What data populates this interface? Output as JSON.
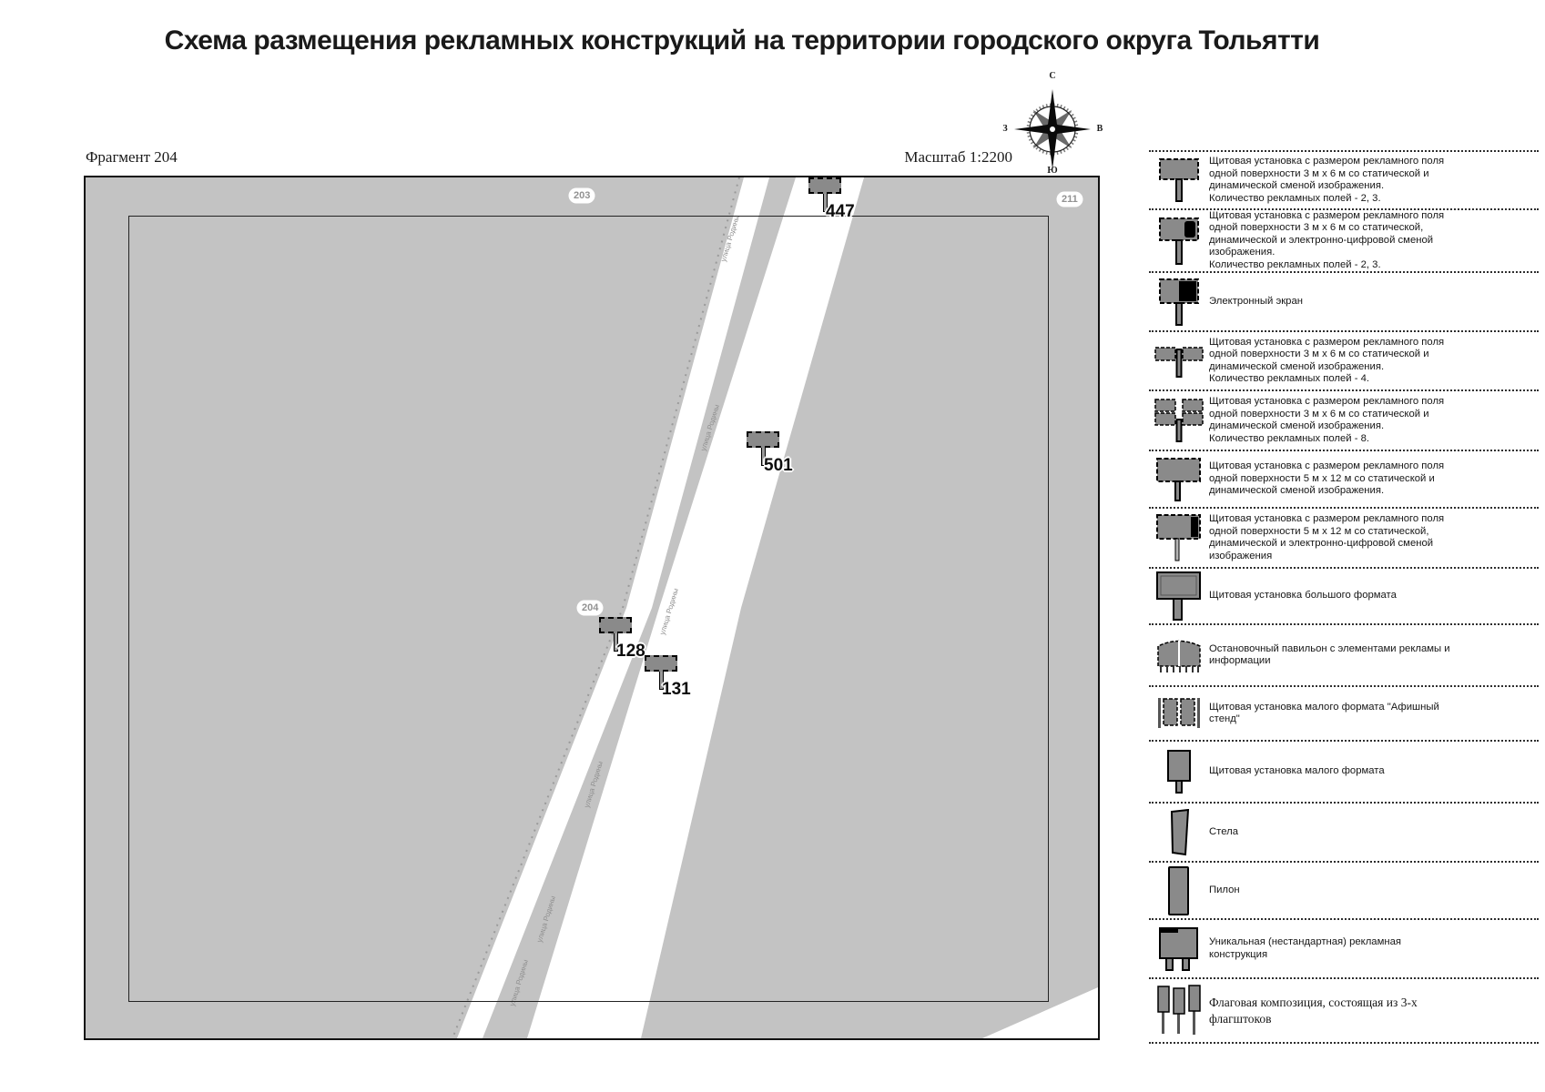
{
  "title": "Схема размещения рекламных конструкций на территории городского округа Тольятти",
  "header": {
    "fragment_label": "Фрагмент 204",
    "scale_label": "Масштаб 1:2200"
  },
  "compass": {
    "north": "С",
    "south": "Ю",
    "west": "З",
    "east": "В"
  },
  "map": {
    "road_label": "улица Родины",
    "fragment_badges": [
      {
        "id": "203"
      },
      {
        "id": "211"
      },
      {
        "id": "204"
      }
    ],
    "markers": [
      {
        "number": "447"
      },
      {
        "number": "501"
      },
      {
        "number": "128"
      },
      {
        "number": "131"
      }
    ]
  },
  "legend": {
    "items": [
      {
        "icon": "billboard-3x6-static",
        "label": "Щитовая установка с размером рекламного поля\nодной поверхности 3 м х 6 м со статической и\nдинамической сменой изображения.\nКоличество рекламных полей - 2, 3."
      },
      {
        "icon": "billboard-3x6-digital",
        "label": "Щитовая установка с размером рекламного поля\nодной поверхности 3 м х 6 м со статической,\nдинамической и электронно-цифровой сменой\nизображения.\nКоличество рекламных полей - 2, 3."
      },
      {
        "icon": "electronic-screen",
        "label": "Электронный экран"
      },
      {
        "icon": "billboard-3x6-4panels",
        "label": "Щитовая установка с размером рекламного поля\nодной поверхности 3 м х 6 м со статической и\nдинамической сменой изображения.\nКоличество рекламных полей - 4."
      },
      {
        "icon": "billboard-3x6-8panels",
        "label": "Щитовая установка с размером рекламного поля\nодной поверхности 3 м х 6 м со статической и\nдинамической сменой изображения.\nКоличество рекламных полей - 8."
      },
      {
        "icon": "billboard-5x12-static",
        "label": "Щитовая установка с размером рекламного поля\nодной поверхности 5 м х 12 м со статической и\nдинамической сменой изображения."
      },
      {
        "icon": "billboard-5x12-digital",
        "label": "Щитовая установка с размером рекламного поля\nодной поверхности 5 м х 12 м со статической,\nдинамической и электронно-цифровой сменой\nизображения"
      },
      {
        "icon": "billboard-large-format",
        "label": "Щитовая установка большого формата"
      },
      {
        "icon": "bus-stop-pavilion",
        "label": "Остановочный павильон с элементами рекламы и\nинформации"
      },
      {
        "icon": "poster-stand",
        "label": "Щитовая установка малого формата \"Афишный\nстенд\""
      },
      {
        "icon": "small-format-board",
        "label": "Щитовая установка малого формата"
      },
      {
        "icon": "stela",
        "label": "Стела"
      },
      {
        "icon": "pylon",
        "label": "Пилон"
      },
      {
        "icon": "unique-construction",
        "label": "Уникальная (нестандартная) рекламная\nконструкция"
      },
      {
        "icon": "flag-composition",
        "label": "Флаговая композиция, состоящая из 3-х\nфлагштоков"
      }
    ]
  },
  "colors": {
    "map_gray": "#c3c3c3",
    "road_white": "#ffffff",
    "icon_gray": "#8a8a8a",
    "text": "#1a1a1a"
  }
}
